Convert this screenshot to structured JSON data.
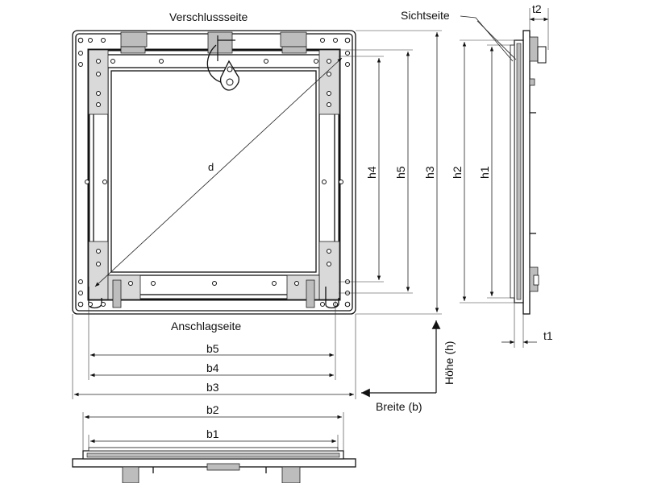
{
  "labels": {
    "verschlussseite": "Verschlussseite",
    "anschlagseite": "Anschlagseite",
    "sichtseite": "Sichtseite",
    "hoehe": "Höhe (h)",
    "breite": "Breite (b)",
    "d": "d",
    "h1": "h1",
    "h2": "h2",
    "h3": "h3",
    "h4": "h4",
    "h5": "h5",
    "b1": "b1",
    "b2": "b2",
    "b3": "b3",
    "b4": "b4",
    "b5": "b5",
    "t1": "t1",
    "t2": "t2"
  }
}
